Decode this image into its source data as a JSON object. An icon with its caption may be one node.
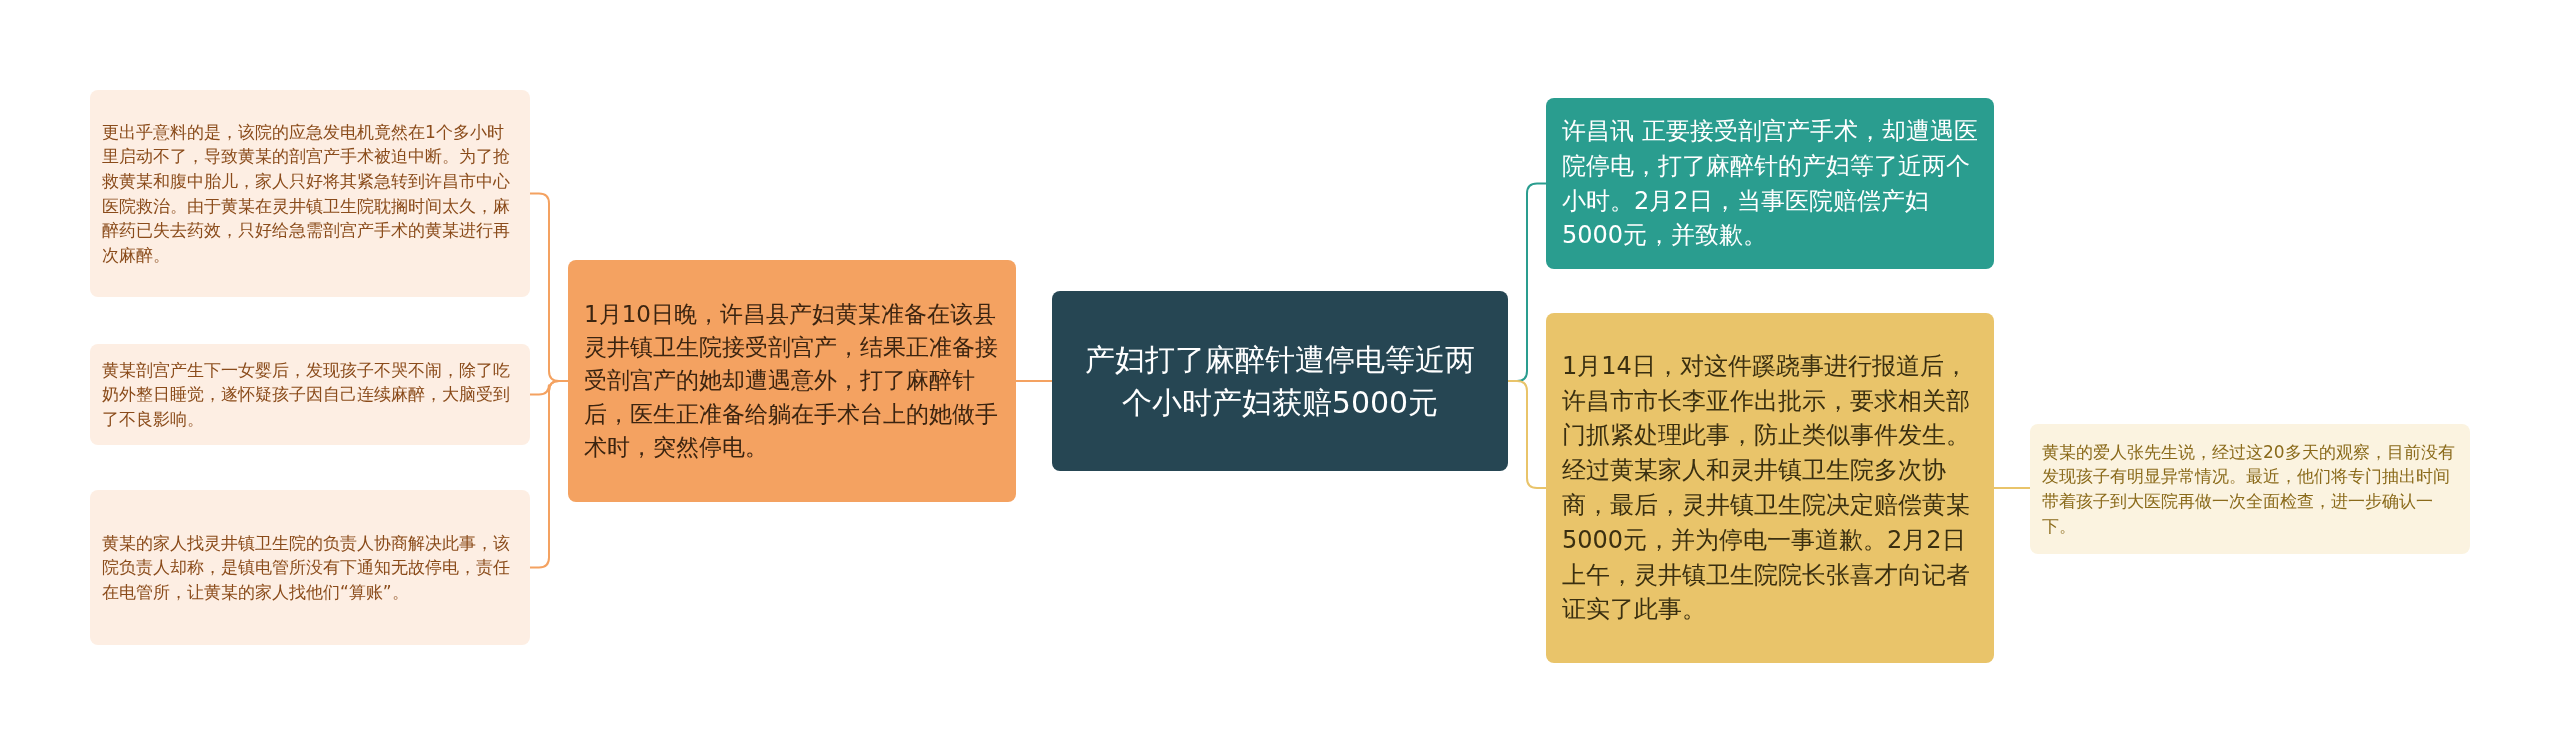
{
  "diagram": {
    "nodes": [
      {
        "text": [
          "产妇打了麻醉针遭停电等近两个小时产妇获赔5000元"
        ]
      },
      {
        "text": [
          "1月10日晚，许昌县产妇黄某准备在该县灵井镇卫生院接受剖宫产，结果正准备接受剖宫产的她却遭遇意外，打了麻醉针后，医生正准备给躺在手术台上的她做手术时，突然停电。"
        ]
      },
      {
        "text": [
          "更出乎意料的是，该院的应急发电机竟然在1个多小时里启动不了，导致黄某的剖宫产手术被迫中断。为了抢救黄某和腹中胎儿，家人只好将其紧急转到许昌市中心医院救治。由于黄某在灵井镇卫生院耽搁时间太久，麻醉药已失去药效，只好给急需剖宫产手术的黄某进行再次麻醉。"
        ]
      },
      {
        "text": [
          "黄某剖宫产生下一女婴后，发现孩子不哭不闹，除了吃奶外整日睡觉，遂怀疑孩子因自己连续麻醉，大脑受到了不良影响。"
        ]
      },
      {
        "text": [
          "黄某的家人找灵井镇卫生院的负责人协商解决此事，该院负责人却称，是镇电管所没有下通知无故停电，责任在电管所，让黄某的家人找他们“算账”。"
        ]
      },
      {
        "text": [
          "许昌讯 正要接受剖宫产手术，却遭遇医院停电，打了麻醉针的产妇等了近两个小时。2月2日，当事医院赔偿产妇5000元，并致歉。"
        ]
      },
      {
        "text": [
          "1月14日，对这件蹊跷事进行报道后，许昌市市长李亚作出批示，要求相关部门抓紧处理此事，防止类似事件发生。经过黄某家人和灵井镇卫生院多次协商，最后，灵井镇卫生院决定赔偿黄某5000元，并为停电一事道歉。2月2日上午，灵井镇卫生院院长张喜才向记者证实了此事。"
        ]
      },
      {
        "text": [
          "黄某的爱人张先生说，经过这20多天的观察，目前没有发现孩子有明显异常情况。最近，他们将专门抽出时间带着孩子到大医院再做一次全面检查，进一步确认一下。"
        ]
      }
    ],
    "edges": [
      {
        "from": 0,
        "to": 1,
        "arrow": "none",
        "color": "#f4a261"
      },
      {
        "from": 1,
        "to": 2,
        "arrow": "none",
        "color": "#f4a261"
      },
      {
        "from": 1,
        "to": 3,
        "arrow": "none",
        "color": "#f4a261"
      },
      {
        "from": 1,
        "to": 4,
        "arrow": "none",
        "color": "#f4a261"
      },
      {
        "from": 0,
        "to": 5,
        "arrow": "none",
        "color": "#2a9d8f"
      },
      {
        "from": 0,
        "to": 6,
        "arrow": "none",
        "color": "#e9c46a"
      },
      {
        "from": 6,
        "to": 7,
        "arrow": "none",
        "color": "#e9c46a"
      }
    ]
  }
}
